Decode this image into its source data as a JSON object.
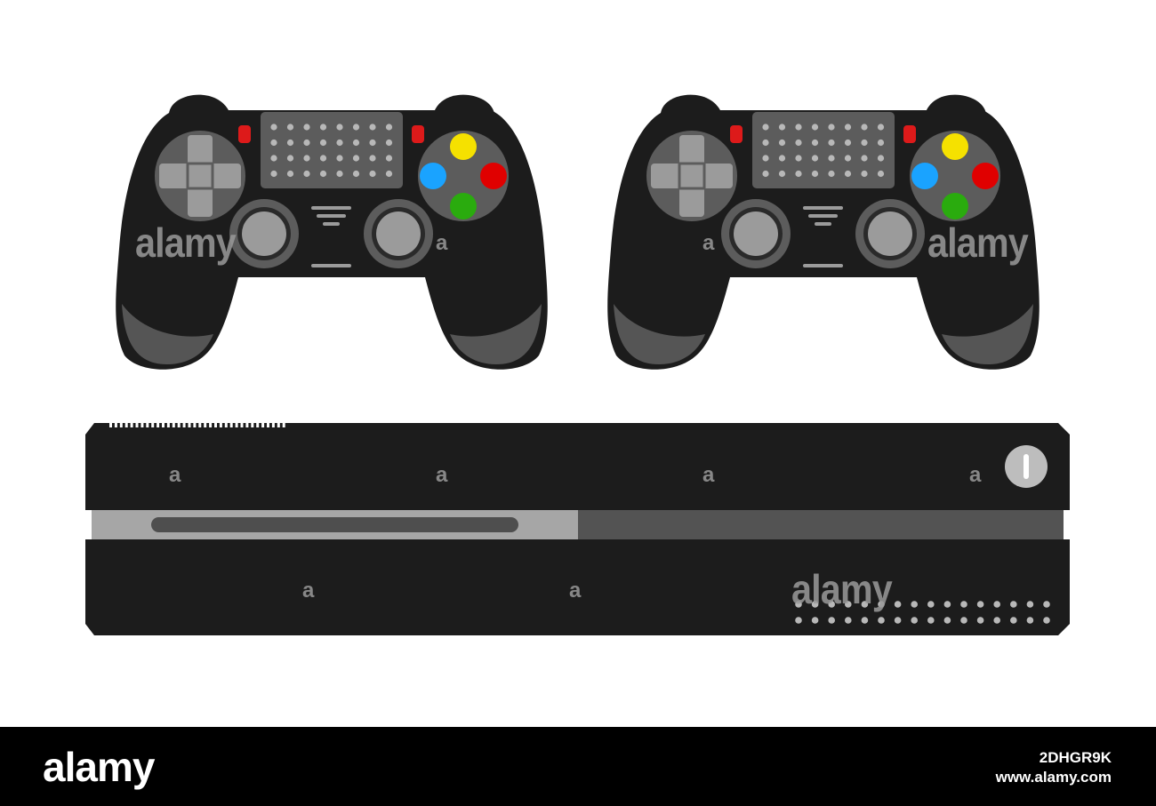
{
  "watermark": {
    "brand": "alamy",
    "mark": "a"
  },
  "footer": {
    "logo": "alamy",
    "image_id": "2DHGR9K",
    "url": "www.alamy.com"
  },
  "colors": {
    "body": "#1c1c1c",
    "grip_shade": "#555555",
    "panel": "#5c5c5c",
    "button_grey": "#9b9b9b",
    "speaker_dot": "#b8b8b8",
    "face_yellow": "#f5e100",
    "face_red": "#e00000",
    "face_blue": "#1aa3ff",
    "face_green": "#2aab0e",
    "light_red": "#dd1a1a",
    "disc_strip": "#a6a6a6",
    "disc_slot": "#4e4e4e",
    "strip_dark": "#535353",
    "footer_bg": "#000000"
  },
  "icons": {
    "controller": "gamepad-icon",
    "console": "game-console-icon",
    "power": "power-icon"
  }
}
